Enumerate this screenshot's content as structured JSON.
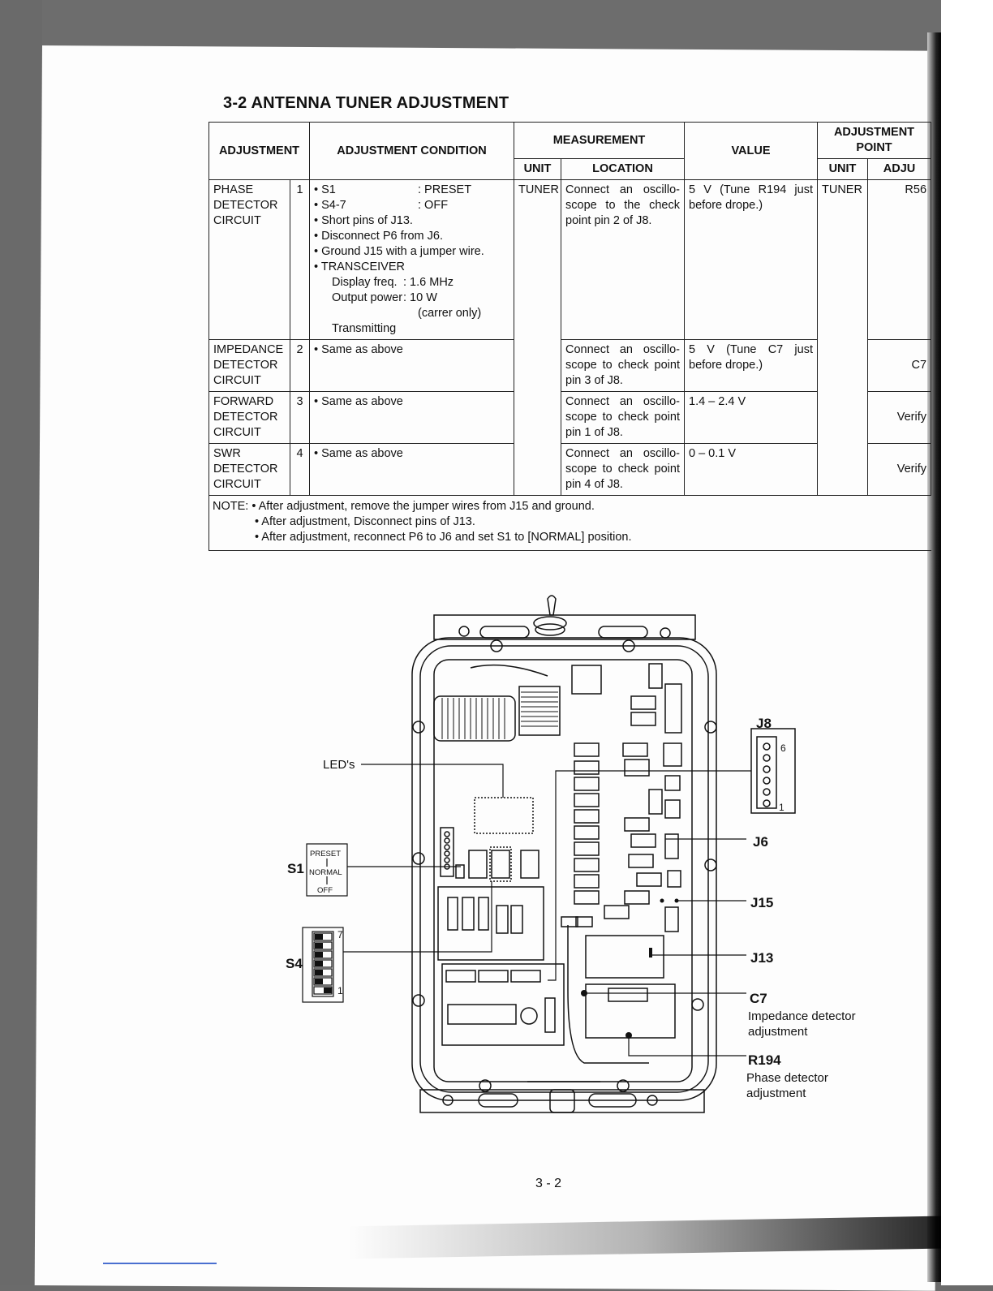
{
  "title": "3-2 ANTENNA TUNER ADJUSTMENT",
  "headers": {
    "adjustment": "ADJUSTMENT",
    "condition": "ADJUSTMENT CONDITION",
    "measurement": "MEASUREMENT",
    "unit": "UNIT",
    "location": "LOCATION",
    "value": "VALUE",
    "adj_point": "ADJUSTMENT POINT",
    "adj_unit": "UNIT",
    "adj_adjust": "ADJU"
  },
  "rows": [
    {
      "name": "PHASE DETECTOR CIRCUIT",
      "step": "1",
      "conditions": [
        {
          "k": "• S1",
          "v": ": PRESET"
        },
        {
          "k": "• S4-7",
          "v": ": OFF"
        },
        {
          "k": "• Short pins of J13.",
          "v": ""
        },
        {
          "k": "• Disconnect P6 from J6.",
          "v": ""
        },
        {
          "k": "• Ground J15 with a jumper wire.",
          "v": ""
        },
        {
          "k": "• TRANSCEIVER",
          "v": ""
        }
      ],
      "transceiver": {
        "freq_k": "Display freq.",
        "freq_v": ": 1.6 MHz",
        "power_k": "Output power",
        "power_v": ": 10 W",
        "carrier": "(carrer only)",
        "tx": "Transmitting"
      },
      "unit": "TUNER",
      "location": "Connect an oscillo-scope to the check point pin 2 of J8.",
      "value": "5 V (Tune R194 just before drope.)",
      "adj_unit": "TUNER",
      "adj_point": "R56"
    },
    {
      "name": "IMPEDANCE DETECTOR CIRCUIT",
      "step": "2",
      "condition": "• Same as above",
      "location": "Connect an oscillo-scope to check point pin 3 of J8.",
      "value": "5 V (Tune C7 just before drope.)",
      "adj_point": "C7"
    },
    {
      "name": "FORWARD DETECTOR CIRCUIT",
      "step": "3",
      "condition": "• Same as above",
      "location": "Connect an oscillo-scope to check point pin 1 of J8.",
      "value": "1.4 – 2.4 V",
      "adj_point": "Verify"
    },
    {
      "name": "SWR DETECTOR CIRCUIT",
      "step": "4",
      "condition": "• Same as above",
      "location": "Connect an oscillo-scope to check point pin 4 of J8.",
      "value": "0 – 0.1 V",
      "adj_point": "Verify"
    }
  ],
  "note": {
    "line1": "NOTE: • After adjustment, remove the jumper wires from J15 and ground.",
    "line2": "• After adjustment, Disconnect pins of J13.",
    "line3": "• After adjustment, reconnect P6 to J6 and set S1 to [NORMAL] position."
  },
  "diagram": {
    "leds": "LED's",
    "j8": "J8",
    "j8_pin_top": "6",
    "j8_pin_bottom": "1",
    "j6": "J6",
    "j15": "J15",
    "j13": "J13",
    "c7": "C7",
    "c7_desc1": "Impedance detector",
    "c7_desc2": "adjustment",
    "r194": "R194",
    "r194_desc1": "Phase detector",
    "r194_desc2": "adjustment",
    "s1": "S1",
    "s1_preset": "PRESET",
    "s1_normal": "NORMAL",
    "s1_off": "OFF",
    "s4": "S4",
    "s4_pin_top": "7",
    "s4_pin_bottom": "1"
  },
  "page_number": "3 - 2"
}
